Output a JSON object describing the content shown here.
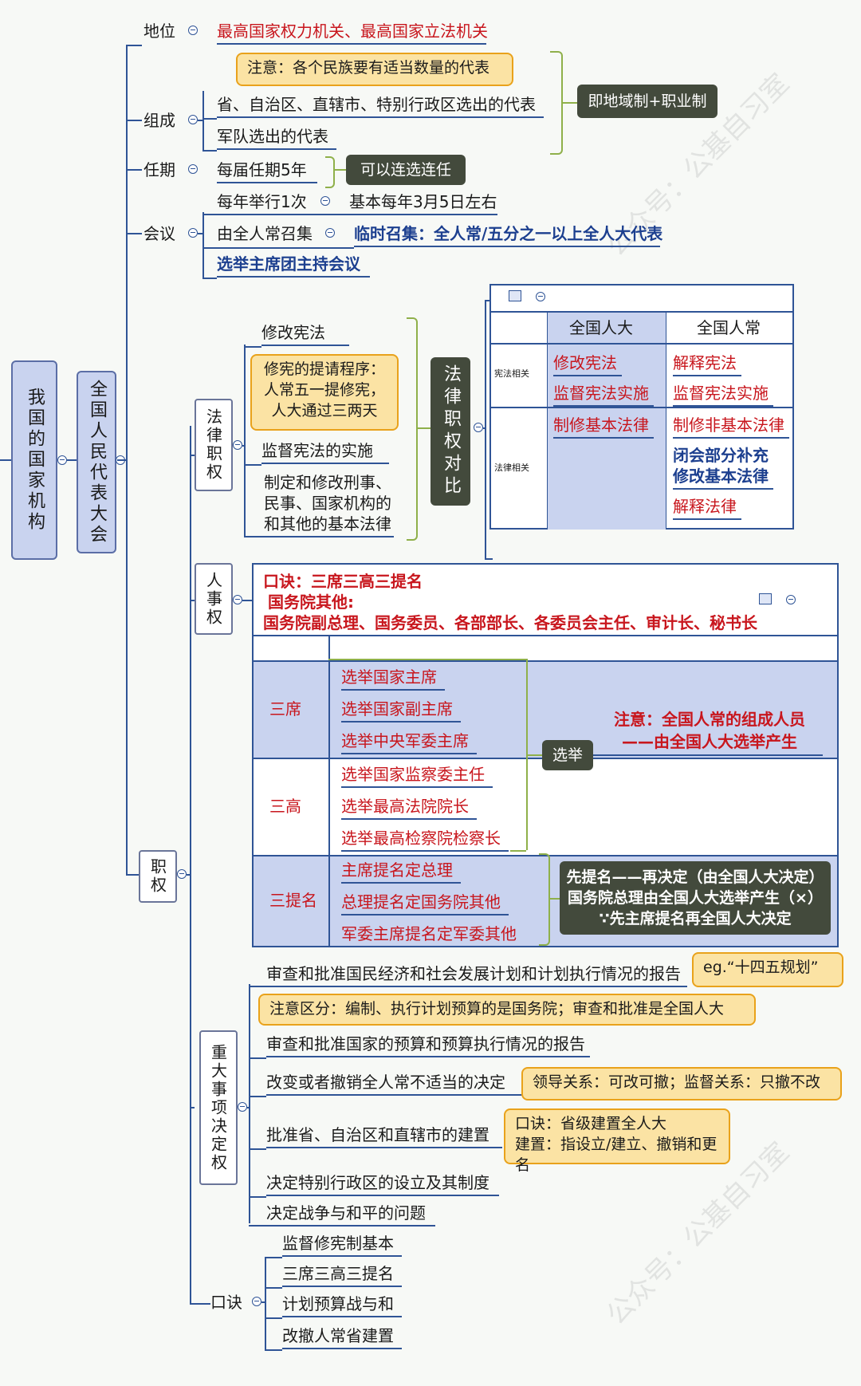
{
  "root": {
    "title": "我国的国家机构"
  },
  "npc": {
    "title": "全国人民代表大会"
  },
  "status": {
    "label": "地位",
    "value": "最高国家权力机关、最高国家立法机关"
  },
  "composition": {
    "label": "组成",
    "note": "注意：各个民族要有适当数量的代表",
    "item1": "省、自治区、直辖市、特别行政区选出的代表",
    "item2": "军队选出的代表",
    "summary": "即地域制+职业制"
  },
  "term": {
    "label": "任期",
    "value": "每届任期5年",
    "note": "可以连选连任"
  },
  "meeting": {
    "label": "会议",
    "annual": "每年举行1次",
    "annual_detail": "基本每年3月5日左右",
    "convene": "由全人常召集",
    "temp": "临时召集：全人常/五分之一以上全人大代表",
    "presidium": "选举主席团主持会议"
  },
  "powers": {
    "label": "职权"
  },
  "legislative": {
    "label": "法律职权",
    "amend": "修改宪法",
    "amend_note": [
      "修宪的提请程序：",
      "人常五一提修宪，",
      "人大通过三两天"
    ],
    "supervise": "监督宪法的实施",
    "make_law": [
      "制定和修改刑事、",
      "民事、国家机构的",
      "和其他的基本法律"
    ],
    "compare_label": "法律职权对比"
  },
  "compare_table": {
    "col1": "全国人大",
    "col2": "全国人常",
    "row1_label": "宪法相关",
    "row2_label": "法律相关",
    "npc_items": [
      "修改宪法",
      "监督宪法实施",
      "制修基本法律"
    ],
    "npcsc_items": [
      "解释宪法",
      "监督宪法实施",
      "制修非基本法律",
      "闭会部分补充",
      "修改基本法律",
      "解释法律"
    ]
  },
  "personnel": {
    "label": "人事权",
    "mnemonic": "口诀：三席三高三提名",
    "other_title": "国务院其他:",
    "other_list": "国务院副总理、国务委员、各部部长、各委员会主任、审计长、秘书长",
    "rows": [
      {
        "label": "三席",
        "items": [
          "选举国家主席",
          "选举国家副主席",
          "选举中央军委主席"
        ]
      },
      {
        "label": "三高",
        "items": [
          "选举国家监察委主任",
          "选举最高法院院长",
          "选举最高检察院检察长"
        ]
      },
      {
        "label": "三提名",
        "items": [
          "主席提名定总理",
          "总理提名定国务院其他",
          "军委主席提名定军委其他"
        ]
      }
    ],
    "elect_label": "选举",
    "elect_note": [
      "注意：全国人常的组成人员",
      "——由全国人大选举产生"
    ],
    "nominate_note": [
      "先提名——再决定（由全国人大决定）",
      "国务院总理由全国人大选举产生（×）",
      "∵先主席提名再全国人大决定"
    ]
  },
  "major": {
    "label": "重大事项决定权",
    "items": [
      "审查和批准国民经济和社会发展计划和计划执行情况的报告",
      "审查和批准国家的预算和预算执行情况的报告",
      "改变或者撤销全人常不适当的决定",
      "批准省、自治区和直辖市的建置",
      "决定特别行政区的设立及其制度",
      "决定战争与和平的问题"
    ],
    "eg_note": "eg.“十四五规划”",
    "budget_note": "注意区分：编制、执行计划预算的是国务院；审查和批准是全国人大",
    "revoke_note": "领导关系：可改可撤；监督关系：只撤不改",
    "province_note": [
      "口诀：省级建置全人大",
      "建置：指设立/建立、撤销和更名"
    ]
  },
  "mnemonic": {
    "label": "口诀",
    "items": [
      "监督修宪制基本",
      "三席三高三提名",
      "计划预算战与和",
      "改撤人常省建置"
    ]
  },
  "watermark": "公众号：公基自习室"
}
